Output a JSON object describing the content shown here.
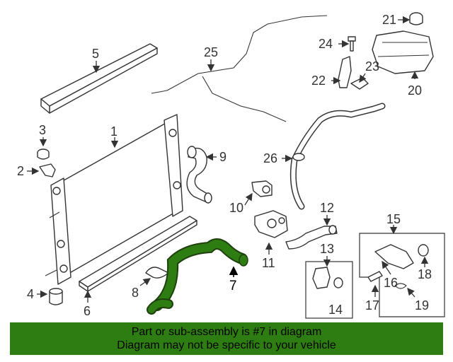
{
  "callouts": [
    {
      "id": "1",
      "label": "1"
    },
    {
      "id": "2",
      "label": "2"
    },
    {
      "id": "3",
      "label": "3"
    },
    {
      "id": "4",
      "label": "4"
    },
    {
      "id": "5",
      "label": "5"
    },
    {
      "id": "6",
      "label": "6"
    },
    {
      "id": "7",
      "label": "7"
    },
    {
      "id": "8",
      "label": "8"
    },
    {
      "id": "9",
      "label": "9"
    },
    {
      "id": "10",
      "label": "10"
    },
    {
      "id": "11",
      "label": "11"
    },
    {
      "id": "12",
      "label": "12"
    },
    {
      "id": "13",
      "label": "13"
    },
    {
      "id": "14",
      "label": "14"
    },
    {
      "id": "15",
      "label": "15"
    },
    {
      "id": "16",
      "label": "16"
    },
    {
      "id": "17",
      "label": "17"
    },
    {
      "id": "18",
      "label": "18"
    },
    {
      "id": "19",
      "label": "19"
    },
    {
      "id": "20",
      "label": "20"
    },
    {
      "id": "21",
      "label": "21"
    },
    {
      "id": "22",
      "label": "22"
    },
    {
      "id": "23",
      "label": "23"
    },
    {
      "id": "24",
      "label": "24"
    },
    {
      "id": "25",
      "label": "25"
    },
    {
      "id": "26",
      "label": "26"
    }
  ],
  "highlighted_part": "7",
  "highlight_color": "#2e7d12",
  "banner": {
    "line1": "Part or sub-assembly is #7 in diagram",
    "line2": "Diagram may not be specific to your vehicle",
    "background": "#2e7d12"
  }
}
